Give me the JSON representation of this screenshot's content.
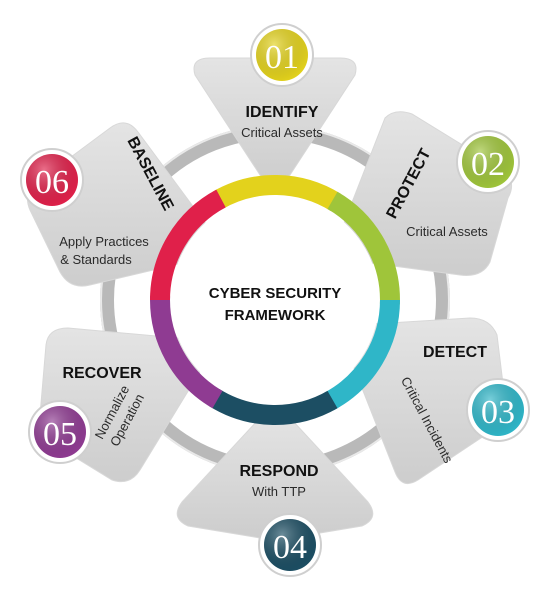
{
  "center": {
    "line1": "CYBER SECURITY",
    "line2": "FRAMEWORK"
  },
  "steps": [
    {
      "number": "01",
      "title": "IDENTIFY",
      "subtitle": "Critical Assets",
      "color": "#e3d21c"
    },
    {
      "number": "02",
      "title": "PROTECT",
      "subtitle": "Critical Assets",
      "color": "#9fc53a"
    },
    {
      "number": "03",
      "title": "DETECT",
      "subtitle": "Critical Incidents",
      "color": "#2fb6c8"
    },
    {
      "number": "04",
      "title": "RESPOND",
      "subtitle": "With TTP",
      "color": "#1c4e63"
    },
    {
      "number": "05",
      "title": "RECOVER",
      "subtitle_line1": "Normalize",
      "subtitle_line2": "Operation",
      "color": "#8f3b92"
    },
    {
      "number": "06",
      "title": "BASELINE",
      "subtitle_line1": "Apply Practices",
      "subtitle_line2": "& Standards",
      "color": "#e0204a"
    }
  ]
}
